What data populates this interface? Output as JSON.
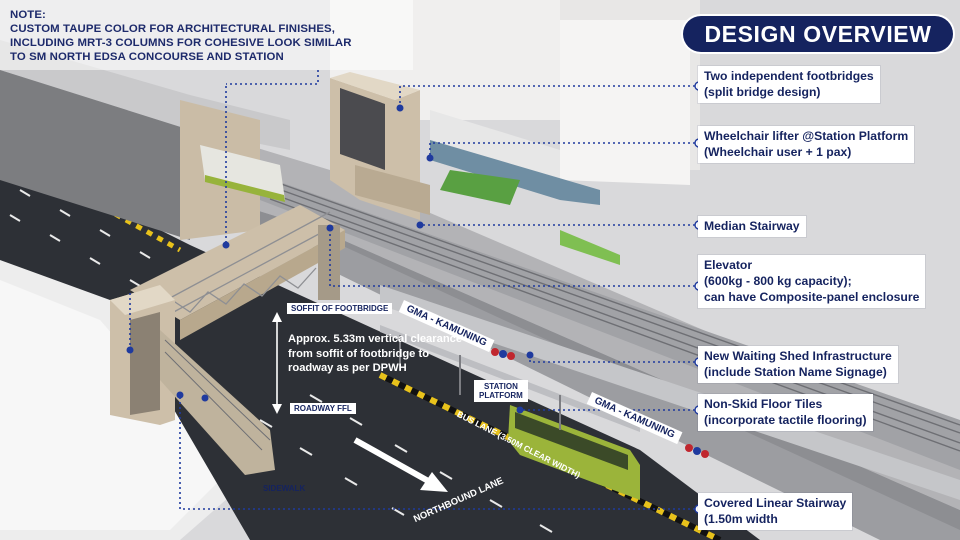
{
  "note": {
    "lines": [
      "NOTE:",
      "CUSTOM TAUPE COLOR FOR ARCHITECTURAL FINISHES,",
      "INCLUDING MRT-3 COLUMNS FOR COHESIVE LOOK SIMILAR",
      "TO SM NORTH EDSA CONCOURSE AND STATION"
    ]
  },
  "title": "DESIGN OVERVIEW",
  "callouts": [
    {
      "lines": [
        "Two independent footbridges",
        "(split bridge design)"
      ]
    },
    {
      "lines": [
        "Wheelchair lifter @Station Platform",
        "(Wheelchair user + 1 pax)"
      ]
    },
    {
      "lines": [
        "Median Stairway"
      ]
    },
    {
      "lines": [
        "Elevator",
        "(600kg - 800 kg  capacity);",
        "can have Composite-panel enclosure"
      ]
    },
    {
      "lines": [
        "New Waiting Shed Infrastructure",
        "(include Station Name Signage)"
      ]
    },
    {
      "lines": [
        "Non-Skid Floor Tiles",
        "(incorporate tactile flooring)"
      ]
    },
    {
      "lines": [
        "Covered Linear Stairway",
        "(1.50m width"
      ]
    }
  ],
  "labels": {
    "soffit": "SOFFIT OF FOOTBRIDGE",
    "roadway": "ROADWAY FFL",
    "clearance": [
      "Approx. 5.33m vertical clearance",
      "from soffit of footbridge to",
      "roadway as per DPWH"
    ],
    "station_platform": [
      "STATION",
      "PLATFORM"
    ],
    "bus_lane": "BUS LANE (3.50M CLEAR WIDTH)",
    "northbound": "NORTHBOUND LANE",
    "sidewalk": "SIDEWALK",
    "sign_1": "GMA - KAMUNING",
    "sign_2": "GMA - KAMUNING"
  },
  "colors": {
    "navy": "#15235f",
    "road": "#2d3036",
    "taupe": "#cdbfa9",
    "bus": "#9bb43a",
    "dots": "#1f3a9e"
  }
}
